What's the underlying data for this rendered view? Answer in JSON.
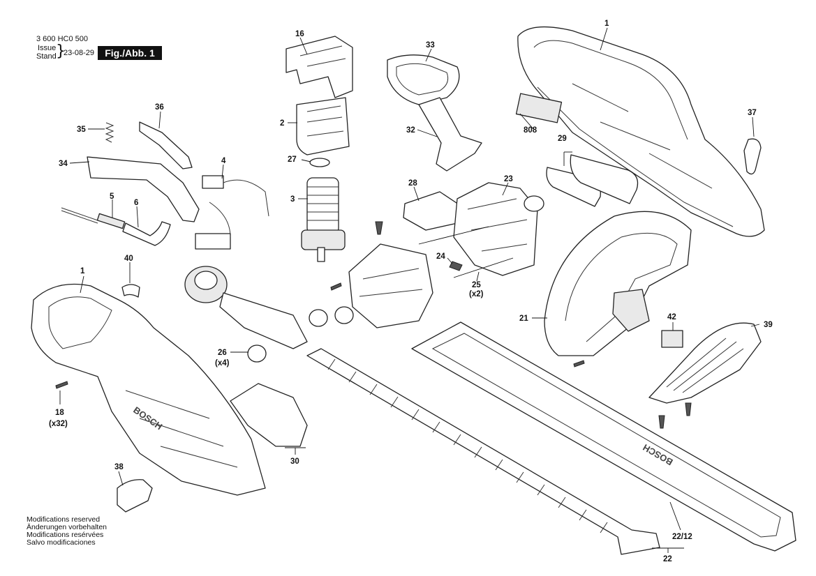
{
  "header": {
    "doc_number": "3 600 HC0 500",
    "issue_label_en": "Issue",
    "issue_label_de": "Stand",
    "issue_date": "23-08-29",
    "fig_label": "Fig./Abb. 1"
  },
  "notes": [
    "Modifications reserved",
    "Änderungen vorbehalten",
    "Modifications resérvées",
    "Salvo modificaciones"
  ],
  "brand_text": "BOSCH",
  "callouts": {
    "c1a": "1",
    "c1b": "1",
    "c2": "2",
    "c3": "3",
    "c4": "4",
    "c5": "5",
    "c6": "6",
    "c16": "16",
    "c18": "18",
    "c18q": "(x32)",
    "c21": "21",
    "c22": "22",
    "c2212": "22/12",
    "c23": "23",
    "c24": "24",
    "c25": "25",
    "c25q": "(x2)",
    "c26": "26",
    "c26q": "(x4)",
    "c27": "27",
    "c28": "28",
    "c29": "29",
    "c30": "30",
    "c32": "32",
    "c33": "33",
    "c34": "34",
    "c35": "35",
    "c36": "36",
    "c37": "37",
    "c38": "38",
    "c39": "39",
    "c40": "40",
    "c42": "42",
    "c808": "808"
  }
}
